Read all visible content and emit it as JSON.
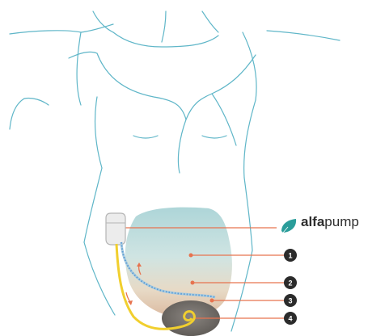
{
  "logo": {
    "part1": "alfa",
    "part2": "pump",
    "icon": "leaf-drop-icon",
    "brand_color": "#2a9d9a"
  },
  "markers": [
    "1",
    "2",
    "3",
    "4"
  ],
  "colors": {
    "body_outline": "#5fb6c8",
    "leader_line": "#e7734f",
    "tube": "#f1cf2e",
    "flow_dots": "#5b9bd5",
    "marker_fill": "#2b2b2b"
  }
}
